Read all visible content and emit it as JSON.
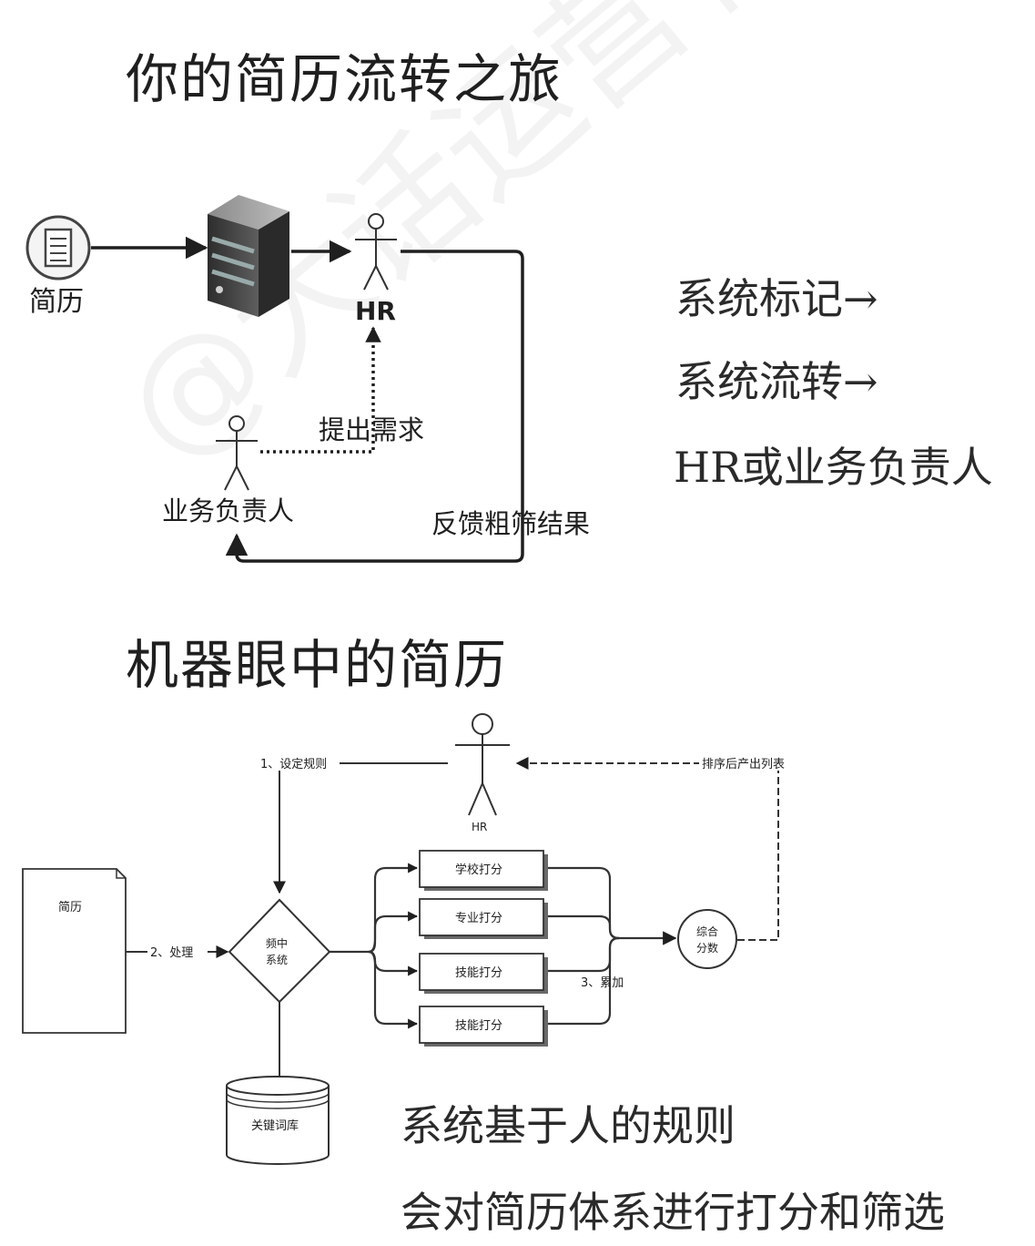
{
  "section1": {
    "title": "你的简历流转之旅",
    "nodes": {
      "resume": "简历",
      "hr": "HR",
      "business_owner": "业务负责人"
    },
    "edges": {
      "request": "提出需求",
      "feedback": "反馈粗筛结果"
    },
    "notes": [
      "系统标记→",
      "系统流转→",
      "HR或业务负责人"
    ]
  },
  "section2": {
    "title": "机器眼中的简历",
    "nodes": {
      "hr": "HR",
      "resume_doc": "简历",
      "system_line1": "频中",
      "system_line2": "系统",
      "keyword_db": "关键词库",
      "score_school": "学校打分",
      "score_major": "专业打分",
      "score_skill_1": "技能打分",
      "score_skill_2": "技能打分",
      "total_line1": "综合",
      "total_line2": "分数"
    },
    "edges": {
      "set_rules": "1、设定规则",
      "process": "2、处理",
      "accumulate": "3、累加",
      "sorted_list": "排序后产出列表"
    },
    "notes": [
      "系统基于人的规则",
      "会对简历体系进行打分和筛选"
    ]
  },
  "watermark": "@大话运营有青山",
  "colors": {
    "ink": "#1f1f1f",
    "server_dark": "#3a3a3a",
    "server_mid": "#6e6e6e",
    "box_shadow": "#6a6a6a"
  }
}
